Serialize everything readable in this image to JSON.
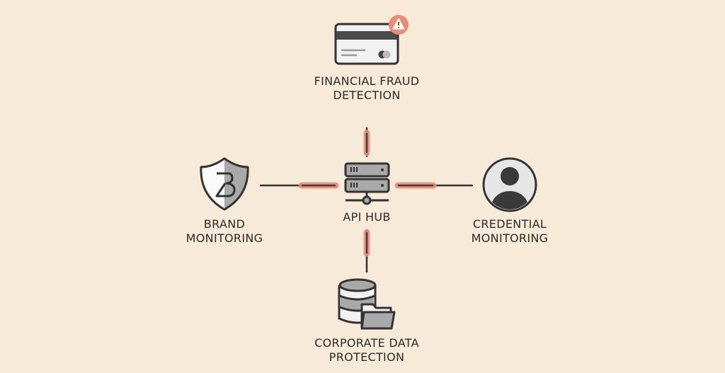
{
  "hub": {
    "label": "API HUB",
    "icon": "server-icon"
  },
  "nodes": {
    "top": {
      "line1": "FINANCIAL FRAUD",
      "line2": "DETECTION",
      "icon": "credit-card-warning-icon"
    },
    "left": {
      "line1": "BRAND",
      "line2": "MONITORING",
      "icon": "shield-icon"
    },
    "right": {
      "line1": "CREDENTIAL",
      "line2": "MONITORING",
      "icon": "user-avatar-icon"
    },
    "bottom": {
      "line1": "CORPORATE DATA",
      "line2": "PROTECTION",
      "icon": "database-folder-icon"
    }
  },
  "colors": {
    "background": "#f8ead8",
    "accent": "#e9897a",
    "icon_gray": "#a9a9a9"
  }
}
